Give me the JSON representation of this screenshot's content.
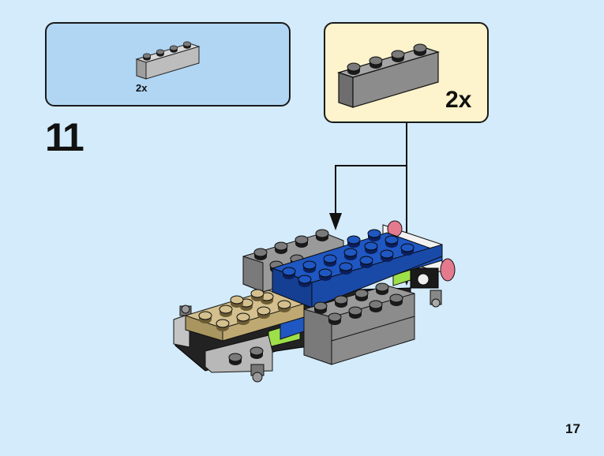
{
  "step": {
    "number": "11"
  },
  "parts_panel": {
    "quantity": "2x",
    "part": "light-gray-1x4-brick"
  },
  "step_panel": {
    "quantity": "2x",
    "part": "dark-gray-1x4-brick"
  },
  "page": {
    "number": "17"
  },
  "colors": {
    "background": "#d4ebfb",
    "parts_panel": "#b0d6f4",
    "step_panel": "#fdf3cc",
    "blue": "#1f57c3",
    "tan": "#d4c08e",
    "dark_gray": "#8c8c8c",
    "light_gray": "#b8b8b8",
    "lime": "#9ee04a",
    "pink": "#e57a8e"
  }
}
